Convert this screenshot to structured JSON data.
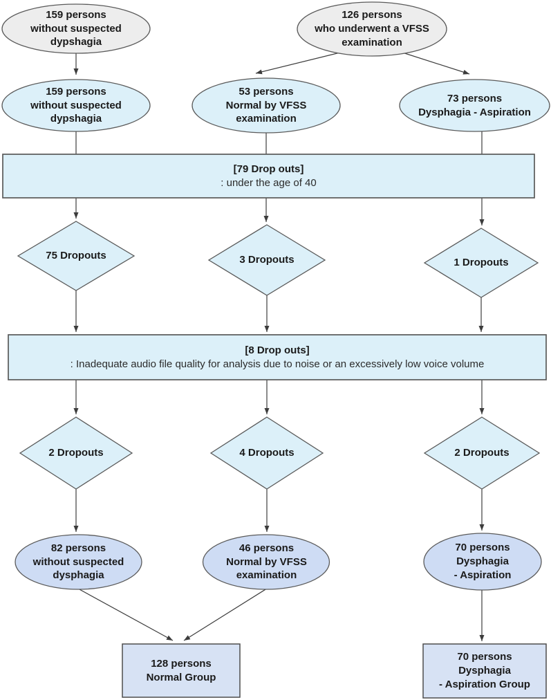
{
  "colors": {
    "start_fill": "#ededed",
    "stage_fill": "#dcf0f9",
    "result_ellipse_fill": "#cedcf4",
    "result_rect_fill": "#d7e2f4"
  },
  "nodes": {
    "start_no_dysphagia": {
      "label": "159 persons\nwithout suspected\ndypshagia"
    },
    "start_vfss": {
      "label": "126 persons\nwho underwent a VFSS\nexamination"
    },
    "cohort_no_dysphagia": {
      "label": "159 persons\nwithout suspected\ndypshagia"
    },
    "cohort_vfss_normal": {
      "label": "53 persons\nNormal by VFSS\nexamination"
    },
    "cohort_dysphagia_aspiration": {
      "label": "73 persons\nDysphagia - Aspiration"
    },
    "dropout_stage_1": {
      "title": "[79 Drop outs]",
      "description": ": under the age of 40"
    },
    "dropouts_stage1_col1": {
      "label": "75 Dropouts"
    },
    "dropouts_stage1_col2": {
      "label": "3 Dropouts"
    },
    "dropouts_stage1_col3": {
      "label": "1 Dropouts"
    },
    "dropout_stage_2": {
      "title": "[8 Drop outs]",
      "description": ": Inadequate audio file quality for analysis due to noise or an excessively low voice volume"
    },
    "dropouts_stage2_col1": {
      "label": "2 Dropouts"
    },
    "dropouts_stage2_col2": {
      "label": "4 Dropouts"
    },
    "dropouts_stage2_col3": {
      "label": "2 Dropouts"
    },
    "final_no_dysphagia": {
      "label": "82 persons\nwithout suspected\ndysphagia"
    },
    "final_vfss_normal": {
      "label": "46 persons\nNormal by VFSS\nexamination"
    },
    "final_dysphagia_aspiration": {
      "label": "70 persons\nDysphagia\n- Aspiration"
    },
    "group_normal": {
      "label": "128 persons\nNormal Group"
    },
    "group_aspiration": {
      "label": "70 persons\nDysphagia\n- Aspiration Group"
    }
  }
}
